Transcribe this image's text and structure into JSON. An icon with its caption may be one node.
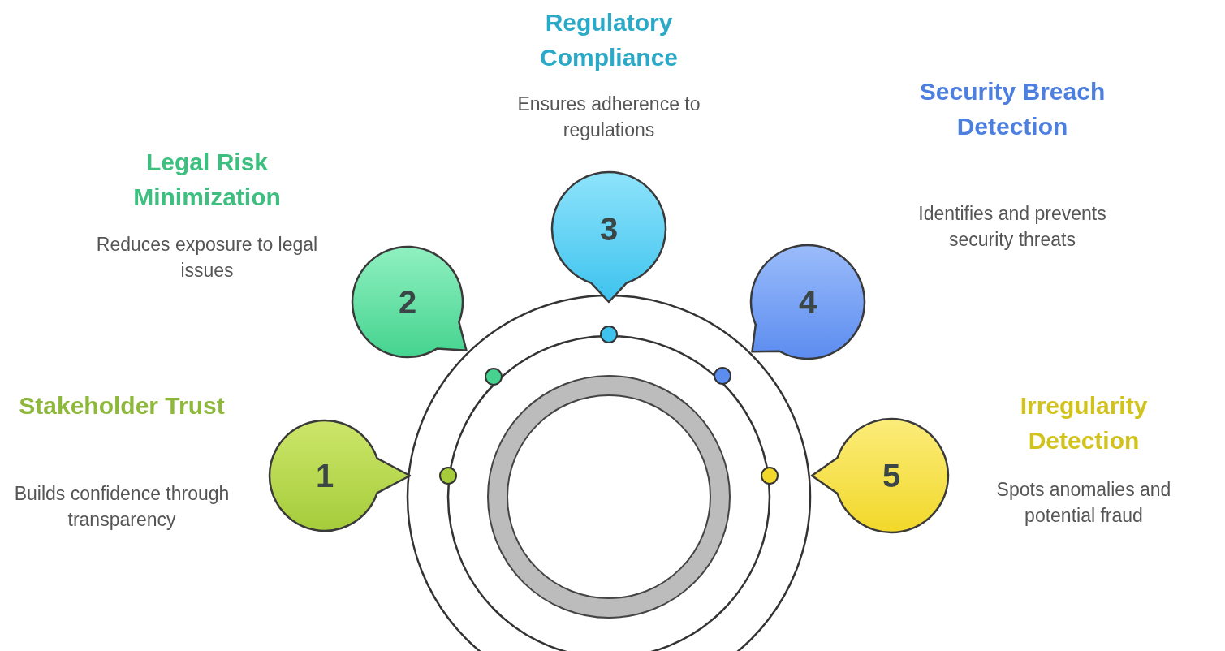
{
  "diagram": {
    "nodes": [
      {
        "text": [
          "1"
        ],
        "beside": [
          "Stakeholder Trust",
          "Builds confidence through transparency"
        ]
      },
      {
        "text": [
          "2"
        ],
        "beside": [
          "Legal Risk Minimization",
          "Reduces exposure to legal issues"
        ]
      },
      {
        "text": [
          "3"
        ],
        "beside": [
          "Regulatory Compliance",
          "Ensures adherence to regulations"
        ]
      },
      {
        "text": [
          "4"
        ],
        "beside": [
          "Security Breach Detection",
          "Identifies and prevents security threats"
        ]
      },
      {
        "text": [
          "5"
        ],
        "beside": [
          "Irregularity Detection",
          "Spots anomalies and potential fraud"
        ]
      }
    ]
  }
}
